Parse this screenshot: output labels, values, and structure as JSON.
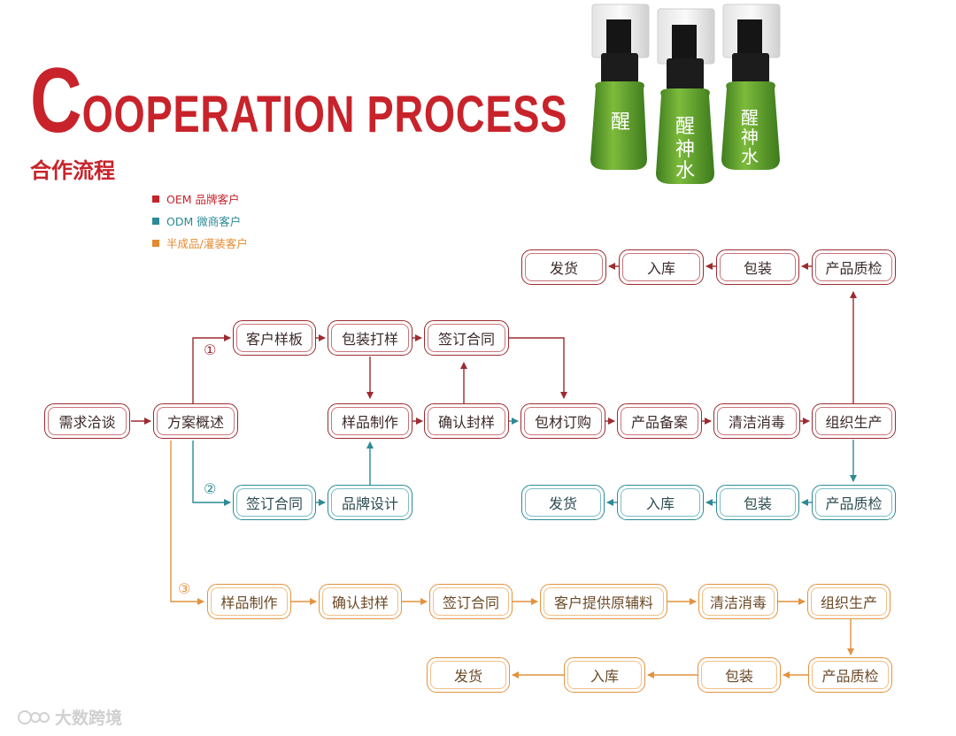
{
  "title": {
    "first_letter": "C",
    "rest": "OOPERATION PROCESS",
    "subtitle": "合作流程"
  },
  "legend": [
    {
      "label": "OEM 品牌客户",
      "color": "#c8232b"
    },
    {
      "label": "ODM 微商客户",
      "color": "#2b8a95"
    },
    {
      "label": "半成品/灌装客户",
      "color": "#e58a2e"
    }
  ],
  "product": {
    "bottle_text": "醒神水"
  },
  "markers": {
    "one": "①",
    "two": "②",
    "three": "③"
  },
  "nodes": {
    "demand": "需求洽谈",
    "plan": "方案概述",
    "customer_sample": "客户样板",
    "packaging_proof": "包装打样",
    "sign_contract_1": "签订合同",
    "sample_making": "样品制作",
    "confirm_sample": "确认封样",
    "material_order": "包材订购",
    "product_filing": "产品备案",
    "clean_disinfect": "清洁消毒",
    "organize_production": "组织生产",
    "qc_top": "产品质检",
    "pack_top": "包装",
    "warehouse_top": "入库",
    "ship_top": "发货",
    "sign_contract_2": "签订合同",
    "brand_design": "品牌设计",
    "qc_mid": "产品质检",
    "pack_mid": "包装",
    "warehouse_mid": "入库",
    "ship_mid": "发货",
    "o_sample_making": "样品制作",
    "o_confirm_sample": "确认封样",
    "o_sign_contract": "签订合同",
    "o_customer_materials": "客户提供原辅料",
    "o_clean_disinfect": "清洁消毒",
    "o_organize_production": "组织生产",
    "o_qc": "产品质检",
    "o_pack": "包装",
    "o_warehouse": "入库",
    "o_ship": "发货"
  },
  "watermark": "大数跨境",
  "colors": {
    "red": "#9c2b30",
    "teal": "#2b8a95",
    "orange": "#e3923f",
    "title_red": "#c8232b"
  }
}
